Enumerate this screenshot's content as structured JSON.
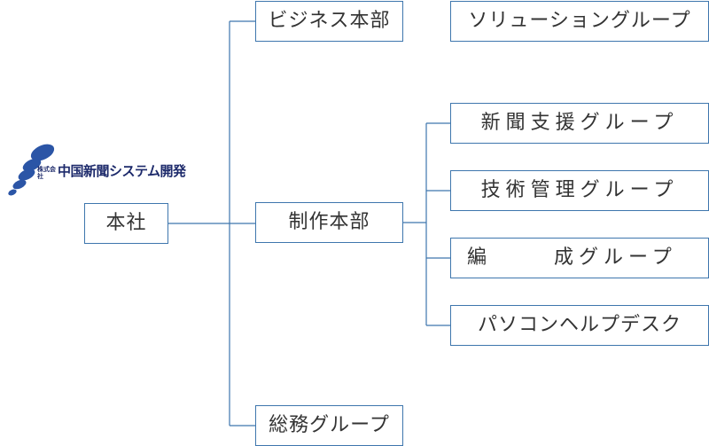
{
  "logo": {
    "company_type": "株式会社",
    "name": "中国新聞システム開発"
  },
  "nodes": {
    "root": "本社",
    "business_division": "ビジネス本部",
    "solution_group": "ソリューショングループ",
    "production_division": "制作本部",
    "newspaper_support_group": "新聞支援グループ",
    "tech_management_group": "技術管理グループ",
    "editing_group_a": "編",
    "editing_group_b": "成グループ",
    "pc_help_desk": "パソコンヘルプデスク",
    "general_affairs_group": "総務グループ"
  },
  "colors": {
    "line": "#3e76ad",
    "text": "#333333",
    "logo_dark": "#1d2a6b",
    "logo_blue": "#2b55a6"
  }
}
